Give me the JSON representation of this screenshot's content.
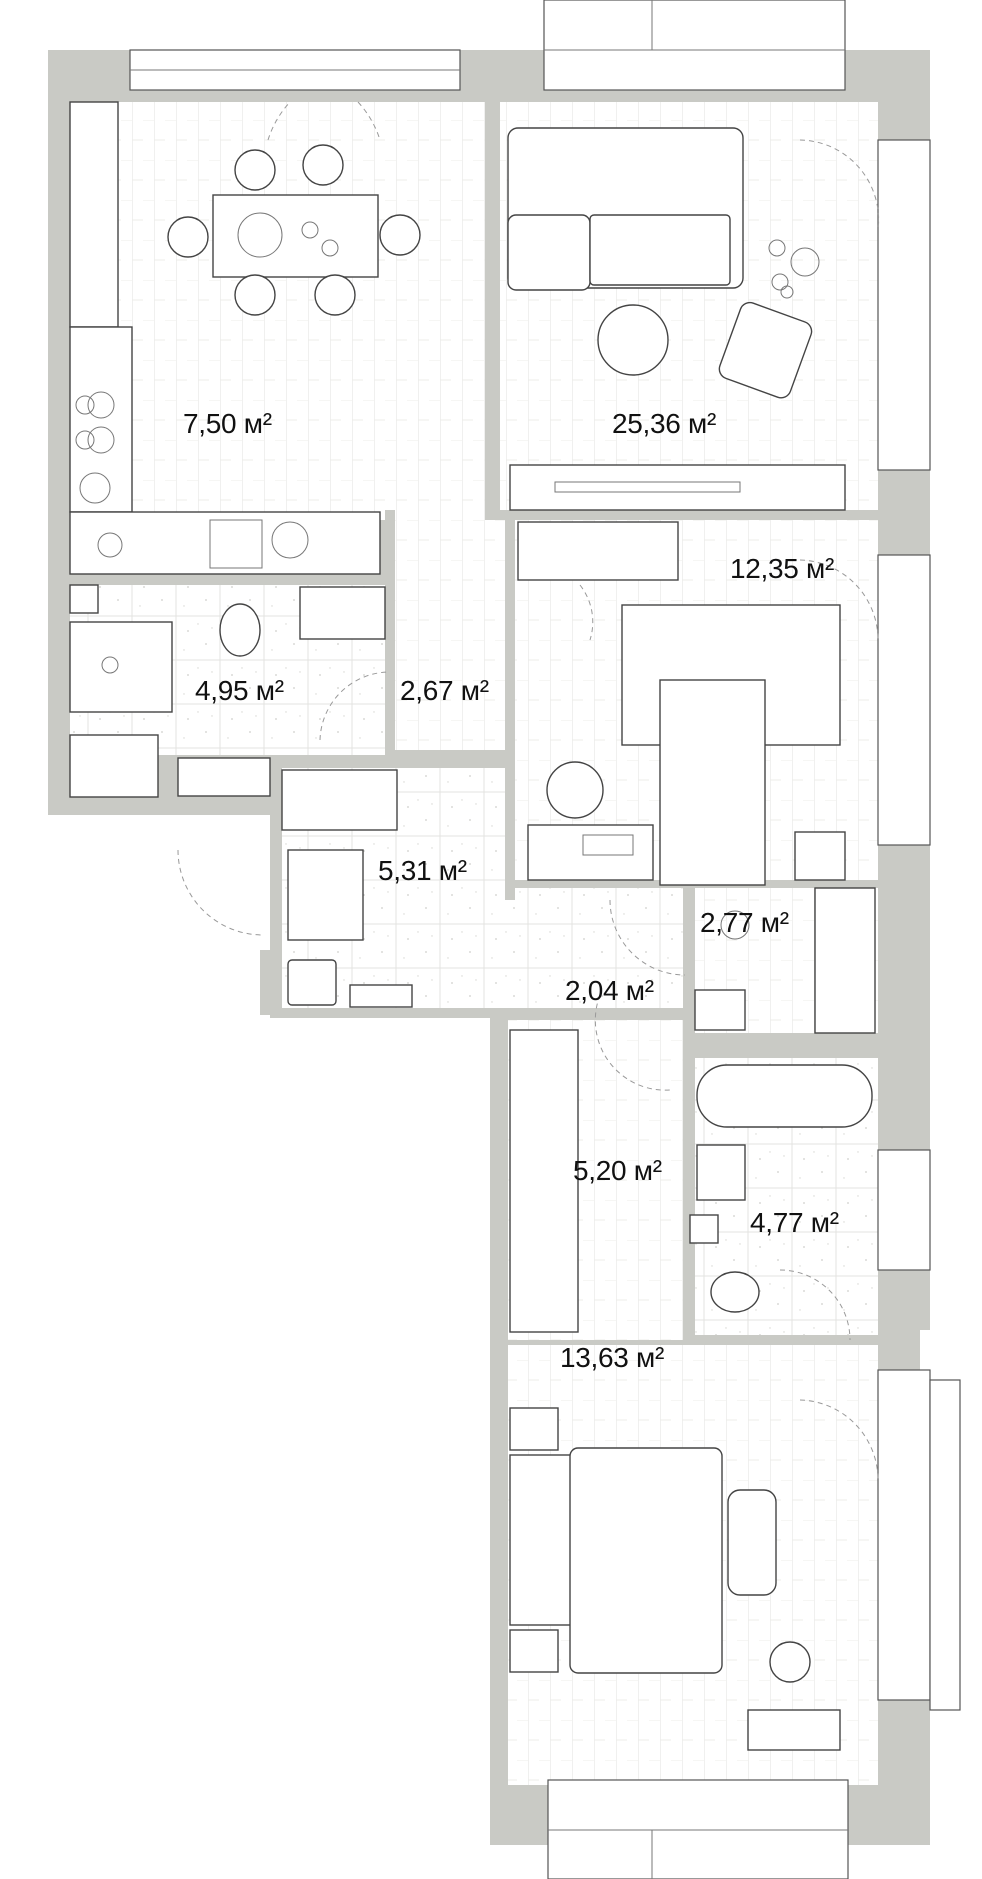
{
  "rooms": {
    "kitchen": {
      "area": "7,50 м²"
    },
    "living": {
      "area": "25,36 м²"
    },
    "bedroom_small": {
      "area": "12,35 м²"
    },
    "bathroom_1": {
      "area": "4,95 м²"
    },
    "corridor_1": {
      "area": "2,67 м²"
    },
    "hall": {
      "area": "5,31 м²"
    },
    "wardrobe_1": {
      "area": "2,77 м²"
    },
    "corridor_2": {
      "area": "2,04 м²"
    },
    "wardrobe_2": {
      "area": "5,20 м²"
    },
    "bathroom_2": {
      "area": "4,77 м²"
    },
    "bedroom_main": {
      "area": "13,63 м²"
    }
  },
  "colors": {
    "wall": "#c9cac5",
    "floor": "#ffffff",
    "line": "#555555",
    "text": "#111111"
  }
}
